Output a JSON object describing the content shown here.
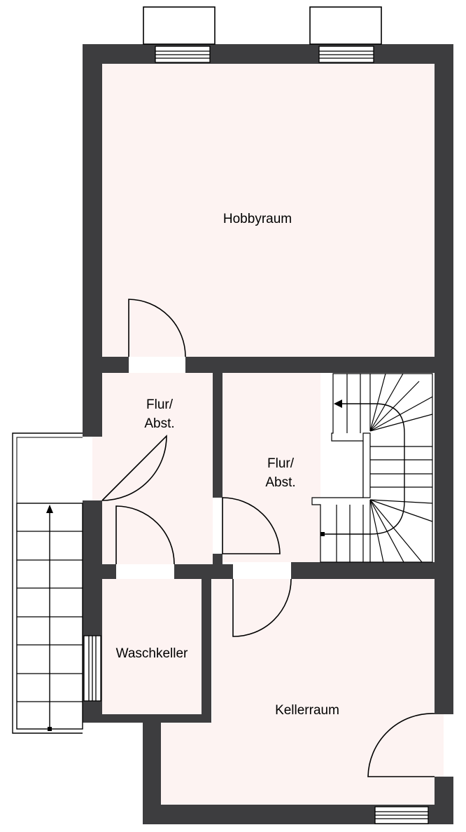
{
  "colors": {
    "wall": "#3d3d3f",
    "floor": "#fdf3f2",
    "line": "#000000",
    "background": "#ffffff"
  },
  "rooms": {
    "hobbyraum": "Hobbyraum",
    "flur_left_1": "Flur/",
    "flur_left_2": "Abst.",
    "flur_right_1": "Flur/",
    "flur_right_2": "Abst.",
    "waschkeller": "Waschkeller",
    "kellerraum": "Kellerraum"
  }
}
